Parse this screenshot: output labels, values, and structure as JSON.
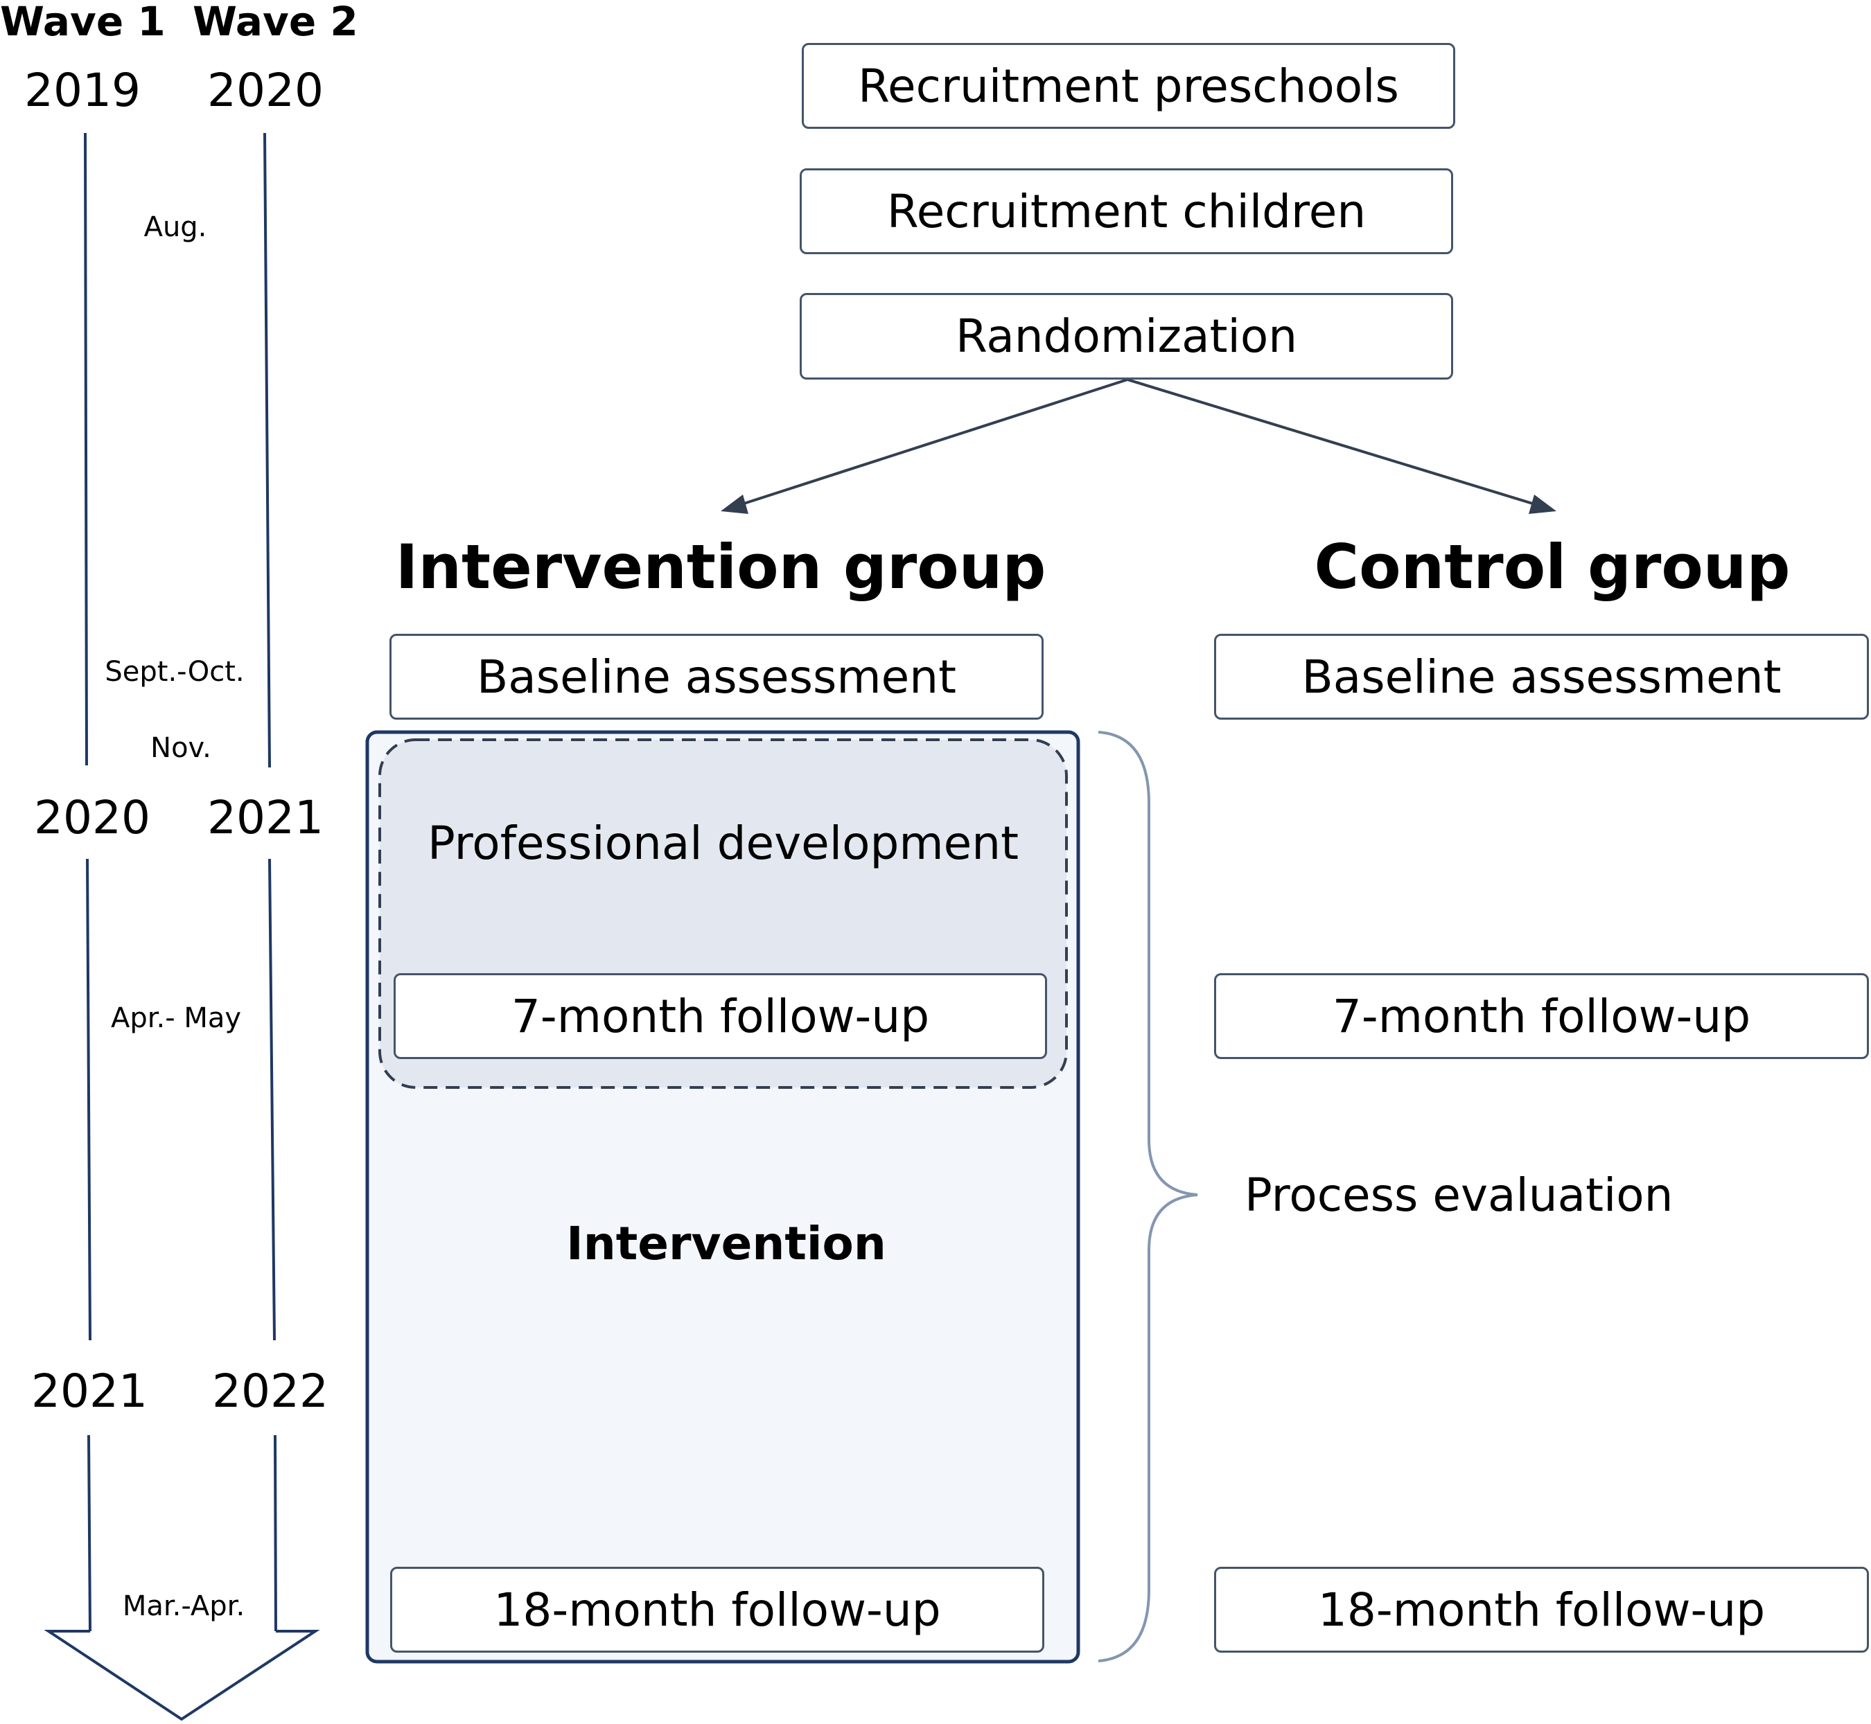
{
  "timeline": {
    "wave1_label": "Wave 1",
    "wave2_label": "Wave 2",
    "wave1_years": [
      "2019",
      "2020",
      "2021"
    ],
    "wave2_years": [
      "2020",
      "2021",
      "2022"
    ],
    "months": [
      "Aug.",
      "Sept.-Oct.",
      "Nov.",
      "Apr.- May",
      "Mar.-Apr."
    ]
  },
  "flow": {
    "recruitment_preschools": "Recruitment preschools",
    "recruitment_children": "Recruitment children",
    "randomization": "Randomization"
  },
  "intervention_group": {
    "title": "Intervention group",
    "baseline": "Baseline assessment",
    "professional_development": "Professional development",
    "follow_up_7": "7-month follow-up",
    "intervention": "Intervention",
    "follow_up_18": "18-month follow-up"
  },
  "control_group": {
    "title": "Control group",
    "baseline": "Baseline assessment",
    "follow_up_7": "7-month follow-up",
    "follow_up_18": "18-month follow-up"
  },
  "process_evaluation": "Process evaluation",
  "colors": {
    "line": "#1f3864",
    "box_border": "#44546a",
    "intervention_fill": "#f3f6fa",
    "pd_fill": "#e3e8f0",
    "brace": "#8496b0"
  }
}
